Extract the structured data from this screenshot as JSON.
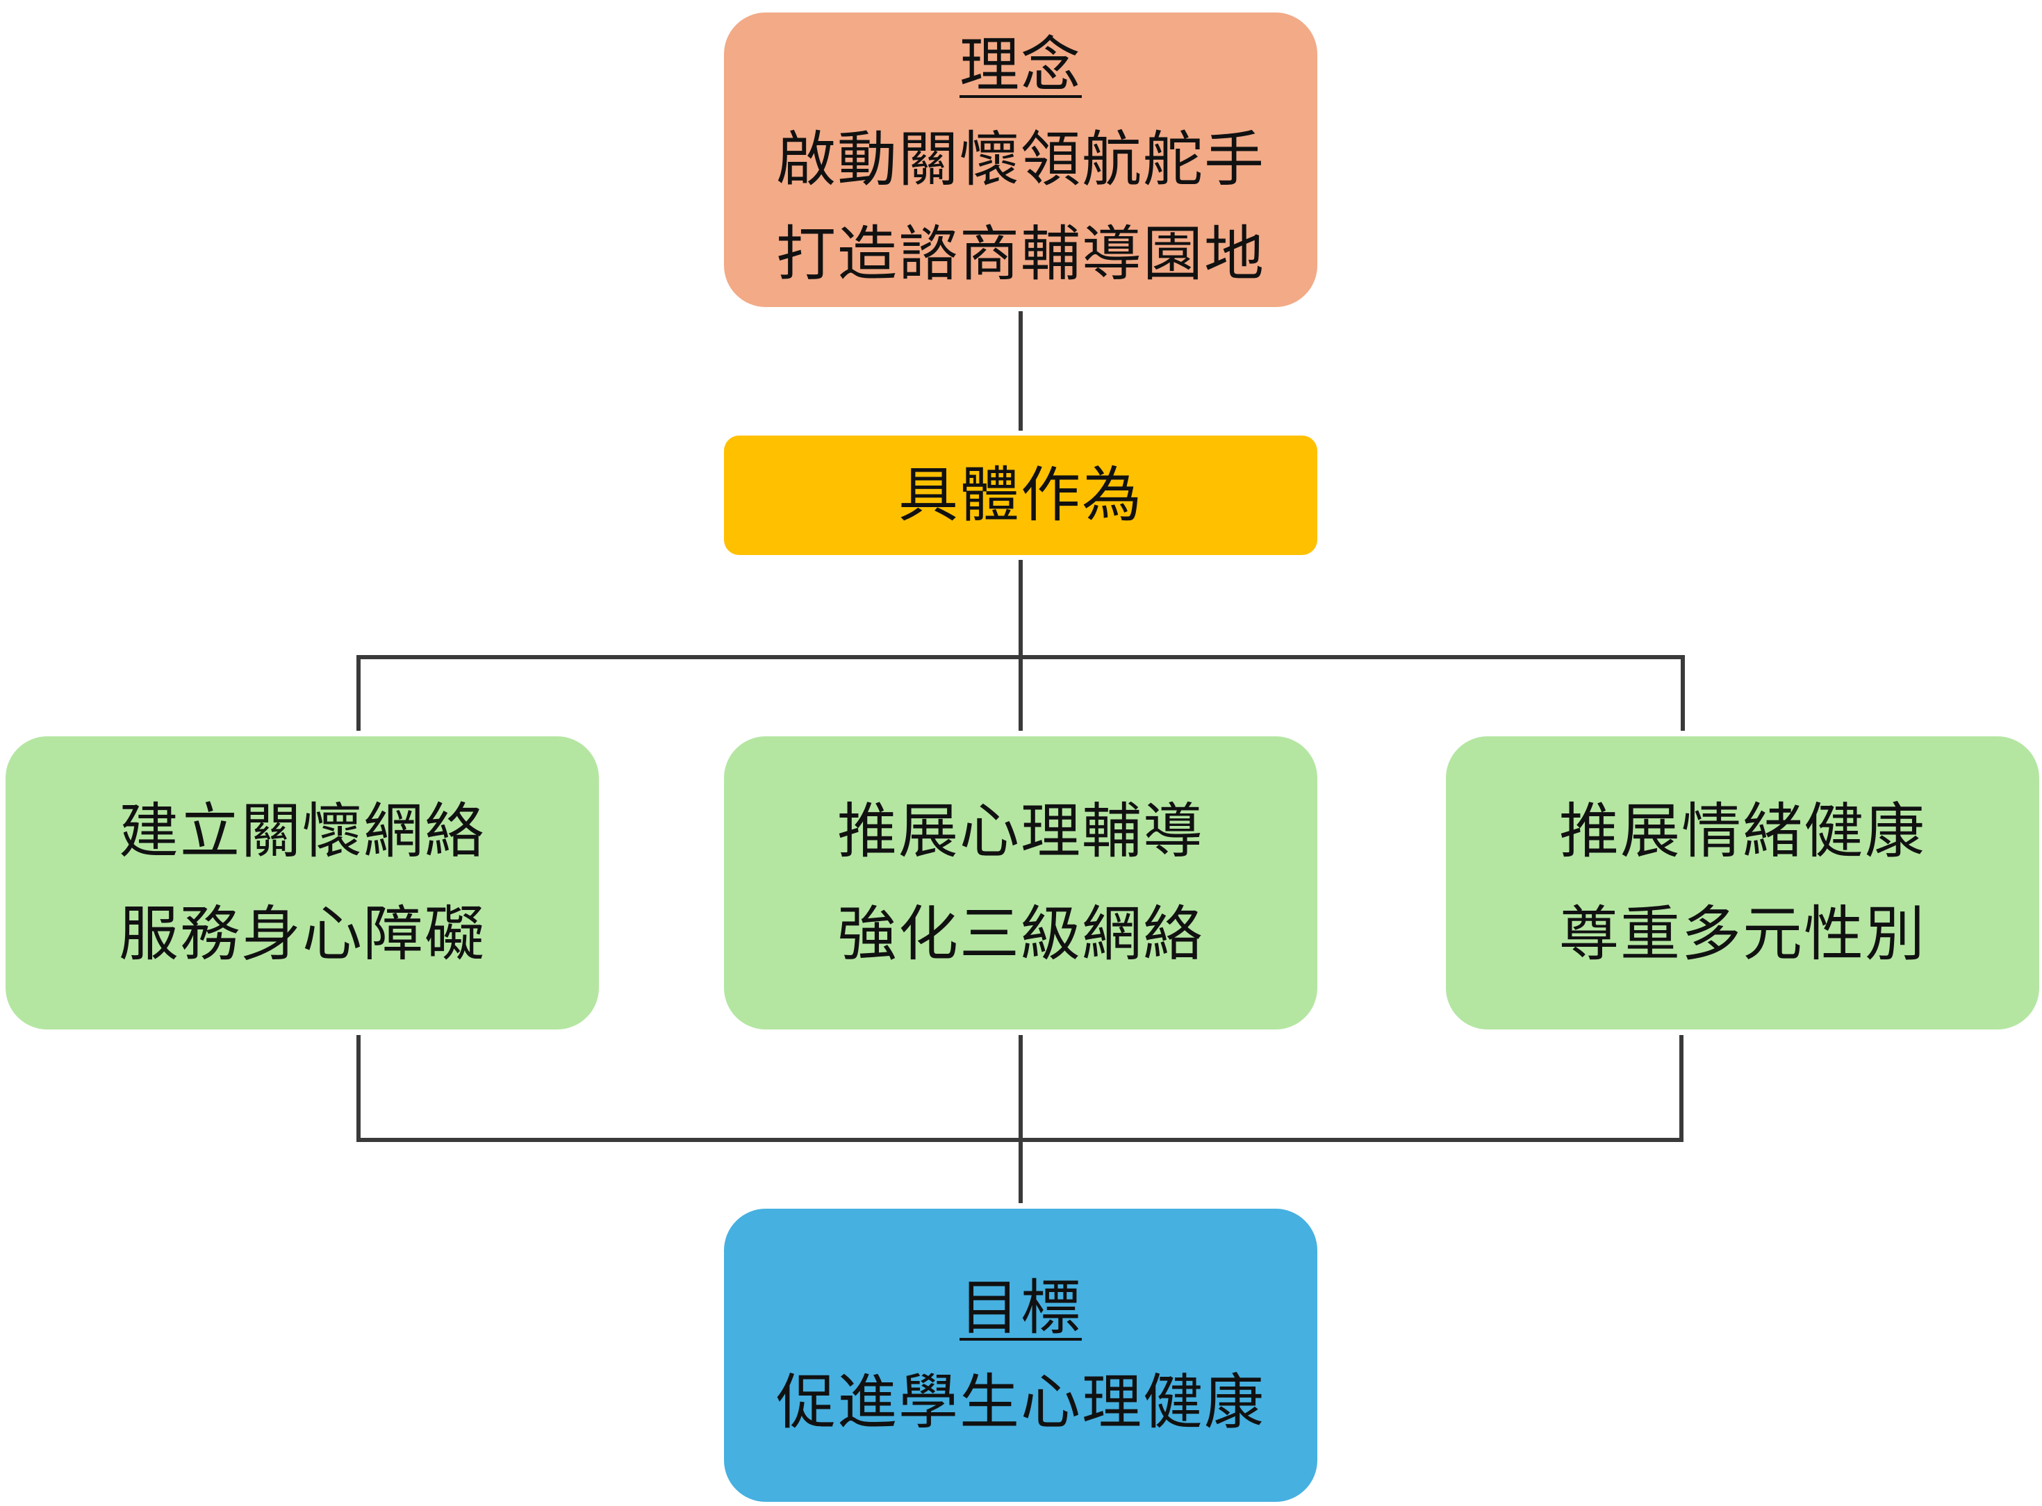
{
  "concept": {
    "heading": "理念",
    "lines": [
      "啟動關懷領航舵手",
      "打造諮商輔導園地"
    ],
    "color": "#f2aa87"
  },
  "actions": {
    "label": "具體作為",
    "color": "#ffc000"
  },
  "strategies": [
    {
      "lines": [
        "建立關懷網絡",
        "服務身心障礙"
      ]
    },
    {
      "lines": [
        "推展心理輔導",
        "強化三級網絡"
      ]
    },
    {
      "lines": [
        "推展情緒健康",
        "尊重多元性別"
      ]
    }
  ],
  "strategy_color": "#b4e6a2",
  "goal": {
    "heading": "目標",
    "lines": [
      "促進學生心理健康"
    ],
    "color": "#46b0e0"
  },
  "connector_color": "#3a3a3a"
}
